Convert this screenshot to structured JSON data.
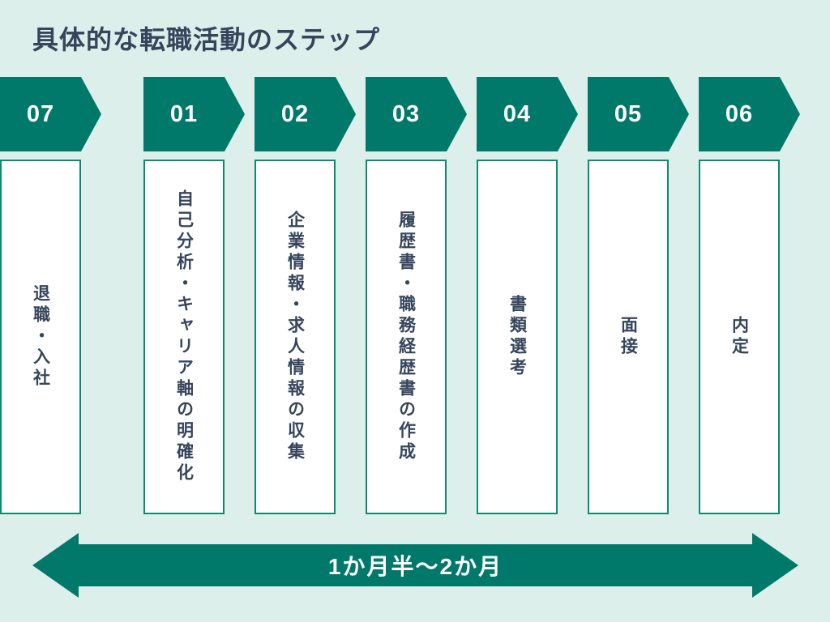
{
  "title": "具体的な転職活動のステップ",
  "colors": {
    "background": "#ddefeb",
    "teal": "#00796b",
    "box_border": "#0c8a72",
    "dark_text": "#36455c",
    "step_number_text": "#ffffff",
    "timeline_text": "#ffffff"
  },
  "steps": [
    {
      "number": "01",
      "label": "自己分析・キャリア軸の明確化"
    },
    {
      "number": "02",
      "label": "企業情報・求人情報の収集"
    },
    {
      "number": "03",
      "label": "履歴書・職務経歴書の作成"
    },
    {
      "number": "04",
      "label": "書類選考"
    },
    {
      "number": "05",
      "label": "面接"
    },
    {
      "number": "06",
      "label": "内定"
    },
    {
      "number": "07",
      "label": "退職・入社"
    }
  ],
  "timeline": {
    "label": "1か月半〜2か月"
  }
}
